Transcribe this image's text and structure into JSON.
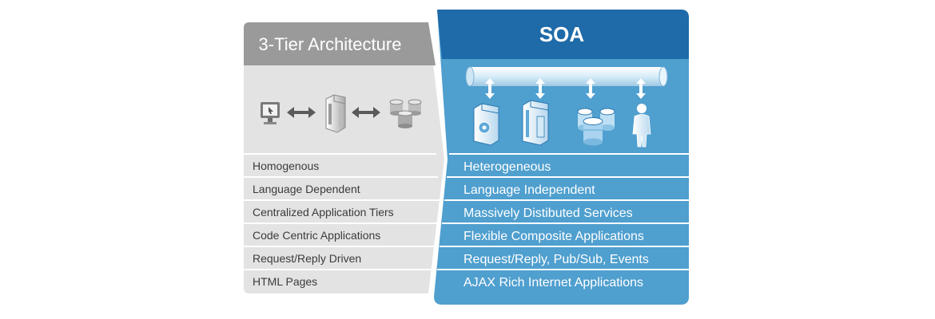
{
  "left_panel": {
    "title": "3-Tier Architecture",
    "rows": [
      "Homogenous",
      "Language Dependent",
      "Centralized Application Tiers",
      "Code Centric Applications",
      "Request/Reply Driven",
      "HTML Pages"
    ],
    "icons": [
      "monitor-icon",
      "double-arrow-icon",
      "server-icon",
      "double-arrow-icon",
      "database-stack-icon"
    ]
  },
  "right_panel": {
    "title": "SOA",
    "rows": [
      "Heterogeneous",
      "Language Independent",
      "Massively Distibuted Services",
      "Flexible Composite Applications",
      "Request/Reply, Pub/Sub, Events",
      "AJAX Rich Internet Applications"
    ],
    "icons": [
      "service-bus-pipe-icon",
      "appliance-icon",
      "server-icon",
      "database-stack-icon",
      "person-icon"
    ]
  },
  "colors": {
    "left_header": "#9a9a9a",
    "left_body": "#e3e3e3",
    "right_header": "#1f6aa8",
    "right_body": "#4f9fcf",
    "divider": "#ffffff"
  }
}
